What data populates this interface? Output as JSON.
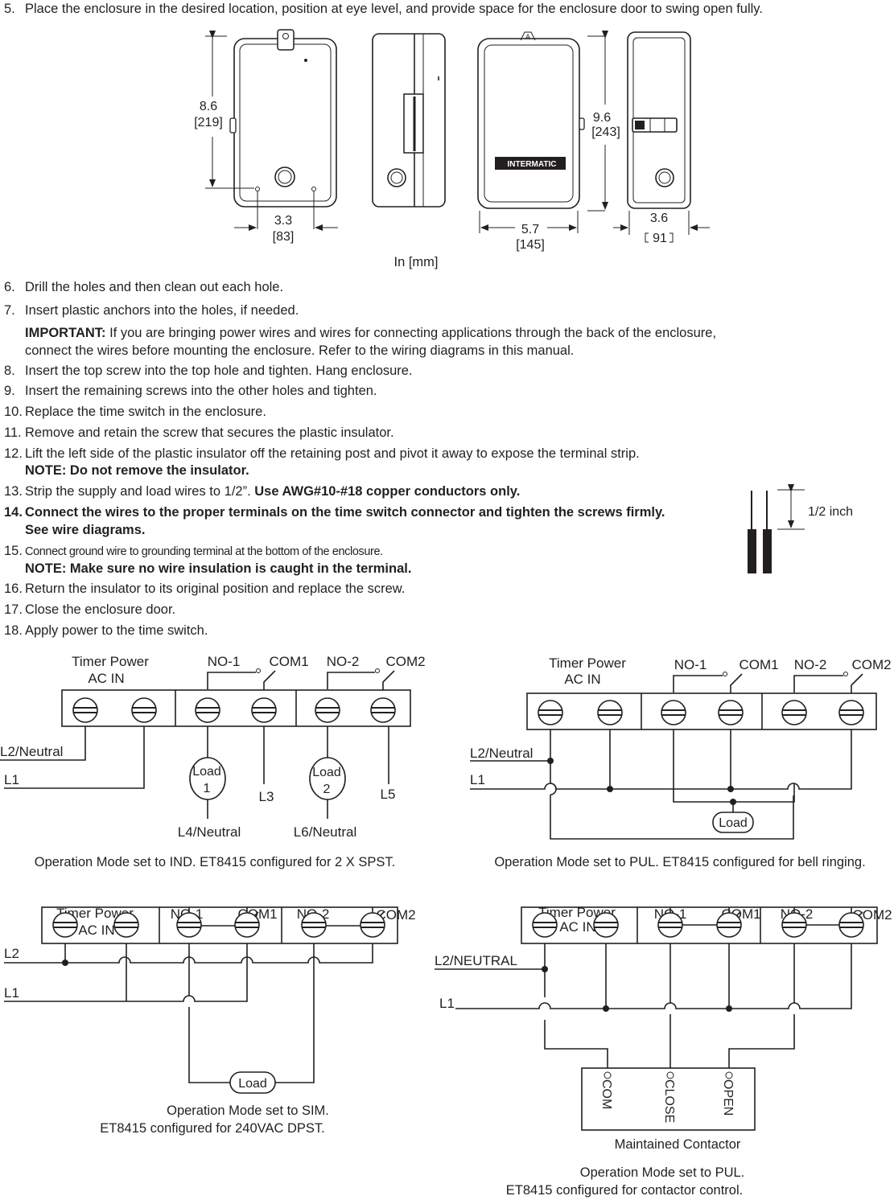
{
  "steps": {
    "s5": {
      "num": "5.",
      "text": "Place the enclosure in the desired location, position at eye level, and provide space for the enclosure door to swing open fully."
    },
    "s6": {
      "num": "6.",
      "text": "Drill the holes and then clean out each hole."
    },
    "s7": {
      "num": "7.",
      "text": "Insert plastic anchors into the holes, if needed."
    },
    "important_label": "IMPORTANT:",
    "important_text": " If you are bringing power wires and wires for connecting applications through the back of the enclosure,",
    "important_text2": "connect the wires before mounting the enclosure. Refer to the wiring diagrams in this manual.",
    "s8": {
      "num": "8.",
      "text": "Insert the top screw into the top hole and tighten. Hang enclosure."
    },
    "s9": {
      "num": "9.",
      "text": "Insert the remaining screws into the other holes and tighten."
    },
    "s10": {
      "num": "10.",
      "text": "Replace the time switch in the enclosure."
    },
    "s11": {
      "num": "11.",
      "text": "Remove and retain the screw that secures the plastic insulator."
    },
    "s12": {
      "num": "12.",
      "text": "Lift the left side of the plastic insulator off the retaining post and pivot it away to expose the terminal strip."
    },
    "s12_note": "NOTE: Do not remove the insulator.",
    "s13": {
      "num": "13.",
      "text": "Strip the supply and load wires to 1/2”. ",
      "bold": "Use AWG#10-#18 copper conductors only."
    },
    "s14": {
      "num": "14.",
      "text": "Connect the wires to the proper terminals on the time switch connector and tighten the screws firmly."
    },
    "s14_b": "See wire diagrams.",
    "s15": {
      "num": "15.",
      "text": "Connect ground wire to grounding terminal at the bottom of the enclosure."
    },
    "s15_note": "NOTE: Make sure no wire insulation is caught in the terminal.",
    "s16": {
      "num": "16.",
      "text": "Return the insulator to its original position and replace the screw."
    },
    "s17": {
      "num": "17.",
      "text": "Close the enclosure door."
    },
    "s18": {
      "num": "18.",
      "text": "Apply power to the time switch."
    }
  },
  "enclosure": {
    "h1": "8.6",
    "h1mm": "[219]",
    "w1": "3.3",
    "w1mm": "[83]",
    "h2": "9.6",
    "h2mm": "[243]",
    "w2": "5.7",
    "w2mm": "[145]",
    "d": "3.6",
    "dmm": "91",
    "units": "In [mm]",
    "brand": "INTERMATIC"
  },
  "strip_label": "1/2 inch",
  "labels": {
    "timer_power": "Timer Power",
    "ac_in": "AC IN",
    "no1": "NO-1",
    "com1": "COM1",
    "no2": "NO-2",
    "com2": "COM2",
    "l2_neutral": "L2/Neutral",
    "l1": "L1",
    "l2": "L2",
    "l2_neutral_caps": "L2/NEUTRAL",
    "load": "Load",
    "one": "1",
    "two": "2",
    "l3": "L3",
    "l5": "L5",
    "l4_neutral": "L4/Neutral",
    "l6_neutral": "L6/Neutral",
    "com": "COM",
    "close": "CLOSE",
    "open": "OPEN",
    "maintained": "Maintained Contactor"
  },
  "captions": {
    "d1": "Operation Mode set to IND. ET8415 configured for 2 X SPST.",
    "d2": "Operation Mode set to PUL. ET8415 configured for bell ringing.",
    "d3a": "Operation Mode set to SIM.",
    "d3b": "ET8415 configured for 240VAC DPST.",
    "d4a": "Operation Mode set to PUL.",
    "d4b": "ET8415 configured for contactor control."
  }
}
